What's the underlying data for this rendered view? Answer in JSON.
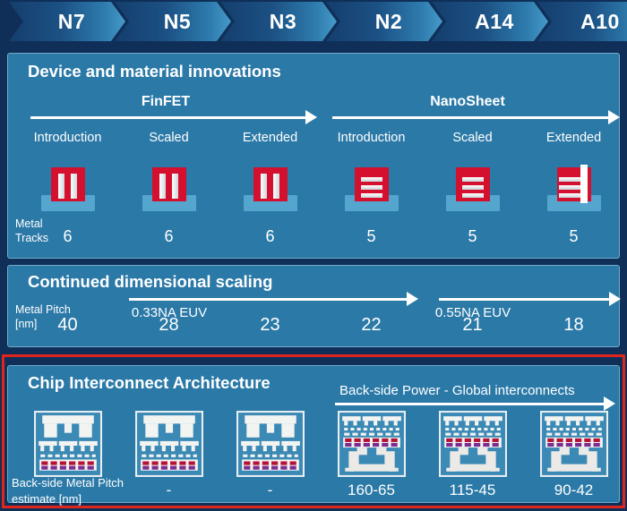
{
  "header": {
    "nodes": [
      "N7",
      "N5",
      "N3",
      "N2",
      "A14",
      "A10"
    ]
  },
  "panel_device": {
    "title": "Device and material innovations",
    "arrows": [
      {
        "label": "FinFET"
      },
      {
        "label": "NanoSheet"
      }
    ],
    "stages": [
      "Introduction",
      "Scaled",
      "Extended",
      "Introduction",
      "Scaled",
      "Extended"
    ],
    "device_icons": [
      "finfet",
      "finfet",
      "finfet",
      "nanosheet",
      "nanosheet",
      "forksheet"
    ],
    "row_label_line1": "Metal",
    "row_label_line2": "Tracks",
    "values": [
      "6",
      "6",
      "6",
      "5",
      "5",
      "5"
    ]
  },
  "panel_scaling": {
    "title": "Continued dimensional scaling",
    "arrows": [
      {
        "label": "0.33NA EUV"
      },
      {
        "label": "0.55NA EUV"
      }
    ],
    "row_label_line1": "Metal Pitch",
    "row_label_line2": "[nm]",
    "values": [
      "40",
      "28",
      "23",
      "22",
      "21",
      "18"
    ]
  },
  "panel_interconnect": {
    "title": "Chip Interconnect Architecture",
    "arrow_label": "Back-side Power - Global interconnects",
    "chip_icons": [
      "front-side",
      "front-side",
      "front-side",
      "back-side",
      "back-side",
      "back-side"
    ],
    "row_label_line1": "Back-side Metal Pitch",
    "row_label_line2": "estimate [nm]",
    "values": [
      "",
      "-",
      "-",
      "160-65",
      "115-45",
      "90-42"
    ]
  },
  "colors": {
    "background_navy": "#0f2f58",
    "panel_teal": "#2b79a7",
    "panel_border": "#72abcb",
    "chevron_dark": "#143e6d",
    "chevron_light": "#469ac8",
    "device_red": "#d50f2e",
    "device_base_blue": "#55a6cf",
    "highlight_red": "#e0251c",
    "chip_bg": "#3b89b5",
    "contact_red": "#b51235",
    "contact_purple": "#7b2d8f"
  }
}
